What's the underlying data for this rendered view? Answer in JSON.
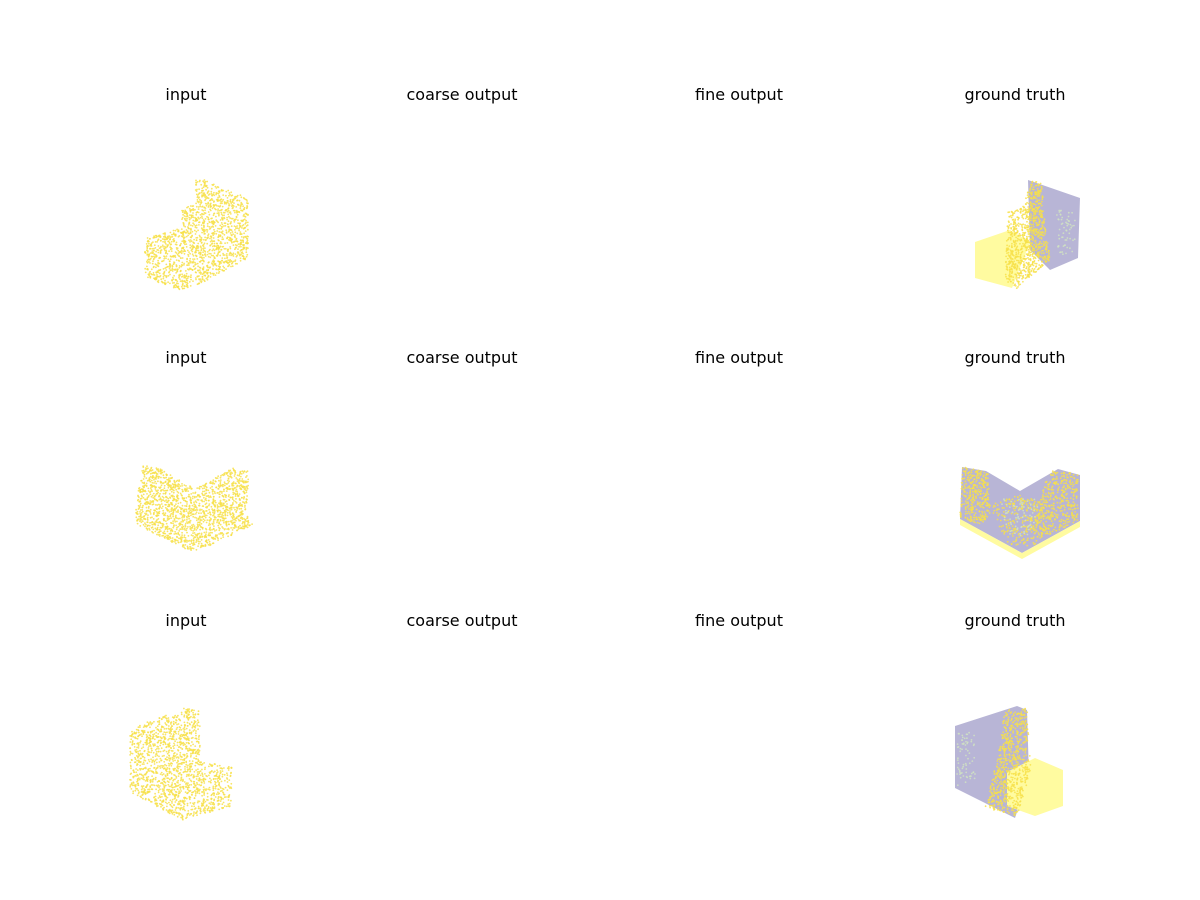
{
  "colors": {
    "point_yellow": "#f7e04a",
    "box_light_yellow": "#fffba0",
    "box_lavender": "#b8b5d6",
    "point_green": "#cfe0c3"
  },
  "rows": [
    {
      "panels": [
        {
          "title": "input",
          "content": "point-cloud"
        },
        {
          "title": "coarse output",
          "content": "empty"
        },
        {
          "title": "fine output",
          "content": "empty"
        },
        {
          "title": "ground truth",
          "content": "voxel-with-points"
        }
      ]
    },
    {
      "panels": [
        {
          "title": "input",
          "content": "point-cloud"
        },
        {
          "title": "coarse output",
          "content": "empty"
        },
        {
          "title": "fine output",
          "content": "empty"
        },
        {
          "title": "ground truth",
          "content": "voxel-with-points"
        }
      ]
    },
    {
      "panels": [
        {
          "title": "input",
          "content": "point-cloud"
        },
        {
          "title": "coarse output",
          "content": "empty"
        },
        {
          "title": "fine output",
          "content": "empty"
        },
        {
          "title": "ground truth",
          "content": "voxel-with-points"
        }
      ]
    }
  ]
}
